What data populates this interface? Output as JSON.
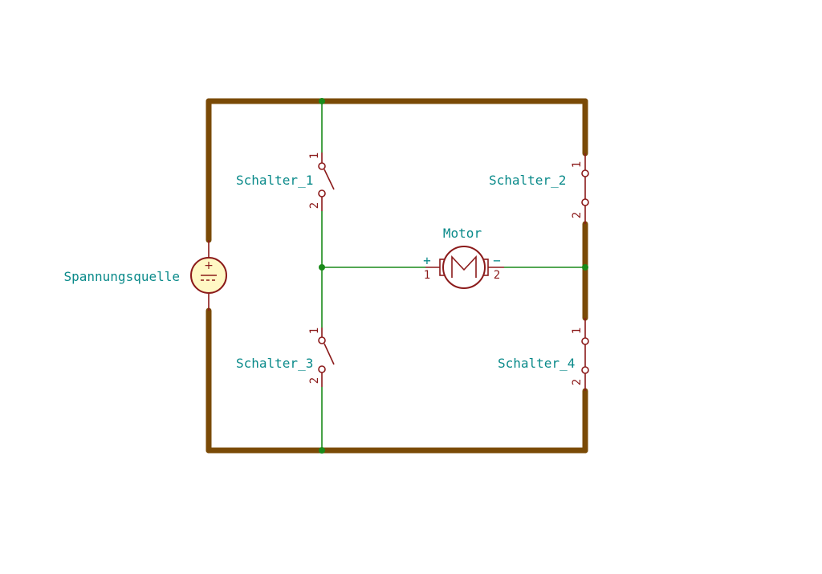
{
  "components": {
    "power_source": {
      "label": "Spannungsquelle",
      "plus": "+"
    },
    "switch_1": {
      "label": "Schalter_1",
      "pin1": "1",
      "pin2": "2"
    },
    "switch_2": {
      "label": "Schalter_2",
      "pin1": "1",
      "pin2": "2"
    },
    "switch_3": {
      "label": "Schalter_3",
      "pin1": "1",
      "pin2": "2"
    },
    "switch_4": {
      "label": "Schalter_4",
      "pin1": "1",
      "pin2": "2"
    },
    "motor": {
      "label": "Motor",
      "pin1": "1",
      "pin2": "2",
      "plus": "+",
      "minus": "−"
    }
  },
  "colors": {
    "wire": "#1a8a1a",
    "bus": "#7a4a06",
    "symbol": "#8b1a1a",
    "label": "#0a8a8a",
    "source_fill": "#fff8c4"
  }
}
